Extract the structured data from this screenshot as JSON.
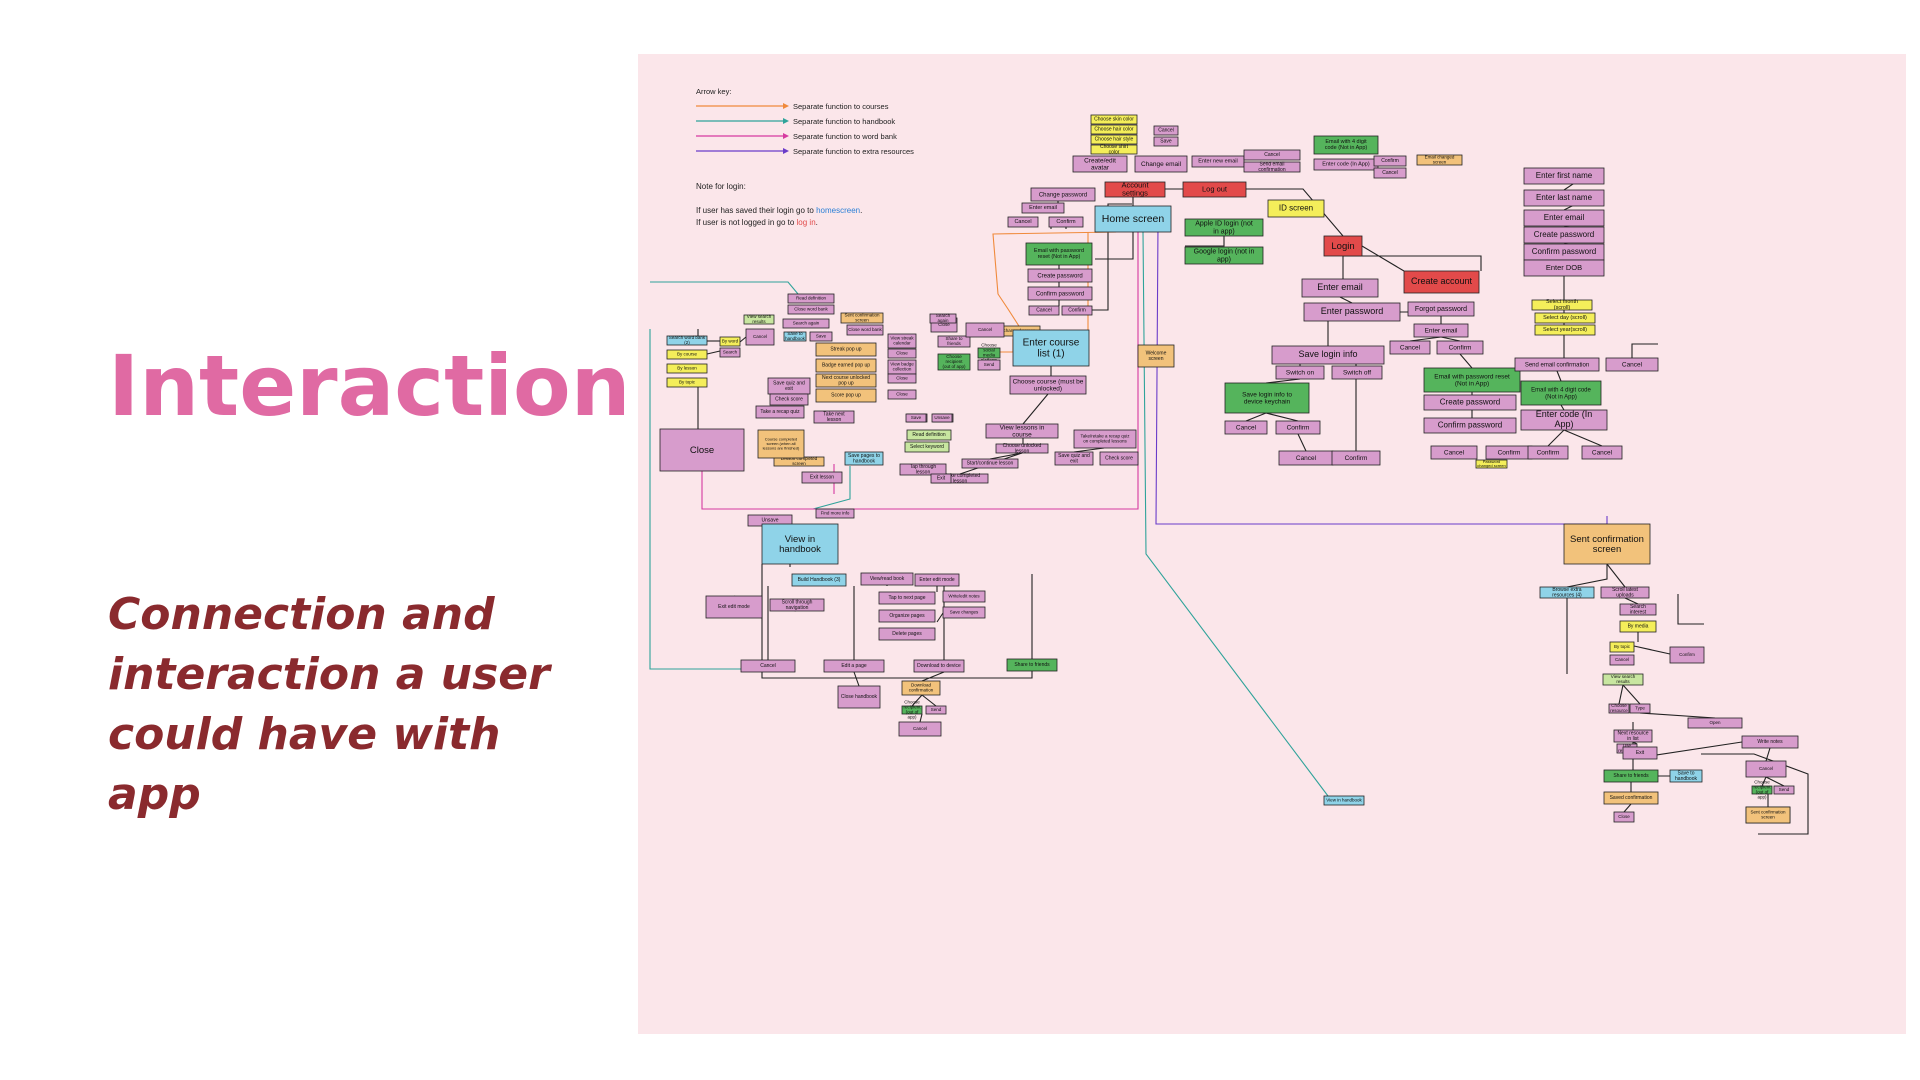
{
  "slide": {
    "title": "Interaction Map",
    "subtitle": "Connection and interaction a user could have with app"
  },
  "colors": {
    "title": "#e06aa3",
    "subtitle": "#8a2a2e",
    "diagram_bg": "#fbe6ea",
    "pink": "#d79ccc",
    "blue": "#8fd3e8",
    "red": "#e24a4a",
    "green": "#55b45c",
    "yellow": "#f4ee5a",
    "orange": "#f2c27b",
    "light_green": "#c8e6a0",
    "arrow_courses": "#f08a3c",
    "arrow_handbook": "#2fa39a",
    "arrow_wordbank": "#d63aa0",
    "arrow_resources": "#6a3cc9"
  },
  "legend": {
    "heading": "Arrow key:",
    "items": [
      {
        "label": "Separate function to courses",
        "color": "#f08a3c"
      },
      {
        "label": "Separate function to handbook",
        "color": "#2fa39a"
      },
      {
        "label": "Separate function to word bank",
        "color": "#d63aa0"
      },
      {
        "label": "Separate function to extra resources",
        "color": "#6a3cc9"
      }
    ]
  },
  "login_note": {
    "heading": "Note for login:",
    "line1_prefix": "If user has saved their login go to ",
    "line1_link": "homescreen",
    "line1_suffix": ".",
    "line2_prefix": "If user is not logged in go to ",
    "line2_link": "log in",
    "line2_suffix": "."
  },
  "nodes": [
    {
      "label": "Home screen",
      "color": "blue"
    },
    {
      "label": "Account settings",
      "color": "red"
    },
    {
      "label": "Log out",
      "color": "red"
    },
    {
      "label": "ID screen",
      "color": "yellow"
    },
    {
      "label": "Login",
      "color": "red"
    },
    {
      "label": "Create account",
      "color": "red"
    },
    {
      "label": "Create/edit avatar",
      "color": "pink"
    },
    {
      "label": "Change email",
      "color": "pink"
    },
    {
      "label": "Change password",
      "color": "pink"
    },
    {
      "label": "Choose skin color",
      "color": "yellow"
    },
    {
      "label": "Choose hair color",
      "color": "yellow"
    },
    {
      "label": "Choose hair style",
      "color": "yellow"
    },
    {
      "label": "Choose shirt color",
      "color": "yellow"
    },
    {
      "label": "Cancel",
      "color": "pink"
    },
    {
      "label": "Save",
      "color": "pink"
    },
    {
      "label": "Enter new email",
      "color": "pink"
    },
    {
      "label": "Cancel",
      "color": "pink"
    },
    {
      "label": "Send email confirmation",
      "color": "pink"
    },
    {
      "label": "Email with 4 digit code (Not in App)",
      "color": "green"
    },
    {
      "label": "Enter code (In App)",
      "color": "pink"
    },
    {
      "label": "Confirm",
      "color": "pink"
    },
    {
      "label": "Cancel",
      "color": "pink"
    },
    {
      "label": "Email changed screen",
      "color": "orange"
    },
    {
      "label": "Enter email",
      "color": "pink"
    },
    {
      "label": "Cancel",
      "color": "pink"
    },
    {
      "label": "Confirm",
      "color": "pink"
    },
    {
      "label": "Email with password reset (Not in App)",
      "color": "green"
    },
    {
      "label": "Create password",
      "color": "pink"
    },
    {
      "label": "Confirm password",
      "color": "pink"
    },
    {
      "label": "Cancel",
      "color": "pink"
    },
    {
      "label": "Confirm",
      "color": "pink"
    },
    {
      "label": "Password changed screen",
      "color": "orange"
    },
    {
      "label": "Apple ID login (not in app)",
      "color": "green"
    },
    {
      "label": "Google login (not in app)",
      "color": "green"
    },
    {
      "label": "Enter email",
      "color": "pink"
    },
    {
      "label": "Enter password",
      "color": "pink"
    },
    {
      "label": "Forgot password",
      "color": "pink"
    },
    {
      "label": "Enter email",
      "color": "pink"
    },
    {
      "label": "Cancel",
      "color": "pink"
    },
    {
      "label": "Confirm",
      "color": "pink"
    },
    {
      "label": "Email with password reset (Not in App)",
      "color": "green"
    },
    {
      "label": "Create password",
      "color": "pink"
    },
    {
      "label": "Confirm password",
      "color": "pink"
    },
    {
      "label": "Cancel",
      "color": "pink"
    },
    {
      "label": "Confirm",
      "color": "pink"
    },
    {
      "label": "Password changed screen",
      "color": "yellow"
    },
    {
      "label": "Save login info",
      "color": "pink"
    },
    {
      "label": "Switch on",
      "color": "pink"
    },
    {
      "label": "Switch off",
      "color": "pink"
    },
    {
      "label": "Save login info to device keychain",
      "color": "green"
    },
    {
      "label": "Cancel",
      "color": "pink"
    },
    {
      "label": "Confirm",
      "color": "pink"
    },
    {
      "label": "Cancel",
      "color": "pink"
    },
    {
      "label": "Confirm",
      "color": "pink"
    },
    {
      "label": "Welcome screen",
      "color": "orange"
    },
    {
      "label": "Enter first name",
      "color": "pink"
    },
    {
      "label": "Enter last name",
      "color": "pink"
    },
    {
      "label": "Enter email",
      "color": "pink"
    },
    {
      "label": "Create password",
      "color": "pink"
    },
    {
      "label": "Confirm password",
      "color": "pink"
    },
    {
      "label": "Enter DOB",
      "color": "pink"
    },
    {
      "label": "Select month (scroll)",
      "color": "yellow"
    },
    {
      "label": "Select day (scroll)",
      "color": "yellow"
    },
    {
      "label": "Select year(scroll)",
      "color": "yellow"
    },
    {
      "label": "Send email confirmation",
      "color": "pink"
    },
    {
      "label": "Cancel",
      "color": "pink"
    },
    {
      "label": "Email with 4 digit code (Not in App)",
      "color": "green"
    },
    {
      "label": "Enter code (In App)",
      "color": "pink"
    },
    {
      "label": "Confirm",
      "color": "pink"
    },
    {
      "label": "Cancel",
      "color": "pink"
    },
    {
      "label": "Enter course list (1)",
      "color": "blue"
    },
    {
      "label": "Choose course (must be unlocked)",
      "color": "pink"
    },
    {
      "label": "View lessons in course",
      "color": "pink"
    },
    {
      "label": "Choose unlocked lesson",
      "color": "pink"
    },
    {
      "label": "Start/continue lesson",
      "color": "pink"
    },
    {
      "label": "Retake completed lesson",
      "color": "pink"
    },
    {
      "label": "Take/retake a recap quiz on completed lessons",
      "color": "pink"
    },
    {
      "label": "Save quiz and exit",
      "color": "pink"
    },
    {
      "label": "Check score",
      "color": "pink"
    },
    {
      "label": "Tap through lesson",
      "color": "pink"
    },
    {
      "label": "Exit",
      "color": "pink"
    },
    {
      "label": "Save pages to handbook",
      "color": "blue"
    },
    {
      "label": "Save",
      "color": "pink"
    },
    {
      "label": "Unsave",
      "color": "pink"
    },
    {
      "label": "Lesson completed screen",
      "color": "orange"
    },
    {
      "label": "Exit lesson",
      "color": "pink"
    },
    {
      "label": "Read definition",
      "color": "light_green"
    },
    {
      "label": "Select keyword",
      "color": "light_green"
    },
    {
      "label": "Save",
      "color": "pink"
    },
    {
      "label": "Unsave",
      "color": "pink"
    },
    {
      "label": "Take a recap quiz",
      "color": "pink"
    },
    {
      "label": "Take next lesson",
      "color": "pink"
    },
    {
      "label": "Course completed screen (when all lessons are finished)",
      "color": "orange"
    },
    {
      "label": "Save quiz and exit",
      "color": "pink"
    },
    {
      "label": "Check score",
      "color": "pink"
    },
    {
      "label": "Streak pop up",
      "color": "orange"
    },
    {
      "label": "Badge earned pop up",
      "color": "orange"
    },
    {
      "label": "Next course unlocked pop up",
      "color": "orange"
    },
    {
      "label": "Score pop up",
      "color": "orange"
    },
    {
      "label": "View streak calendar",
      "color": "pink"
    },
    {
      "label": "Close",
      "color": "pink"
    },
    {
      "label": "View badge collection",
      "color": "pink"
    },
    {
      "label": "Close",
      "color": "pink"
    },
    {
      "label": "Close",
      "color": "pink"
    },
    {
      "label": "Close",
      "color": "pink"
    },
    {
      "label": "Share to friends",
      "color": "pink"
    },
    {
      "label": "Choose recipient (out of app)",
      "color": "green"
    },
    {
      "label": "Choose social media platform",
      "color": "green"
    },
    {
      "label": "Send",
      "color": "pink"
    },
    {
      "label": "Cancel",
      "color": "pink"
    },
    {
      "label": "Sent confirmation screen",
      "color": "orange"
    },
    {
      "label": "Close word bank",
      "color": "pink"
    },
    {
      "label": "Search again",
      "color": "pink"
    },
    {
      "label": "Close",
      "color": "pink"
    },
    {
      "label": "Search word bank (2)",
      "color": "blue"
    },
    {
      "label": "By course",
      "color": "yellow"
    },
    {
      "label": "By lesson",
      "color": "yellow"
    },
    {
      "label": "By topic",
      "color": "yellow"
    },
    {
      "label": "By word",
      "color": "yellow"
    },
    {
      "label": "Search",
      "color": "pink"
    },
    {
      "label": "Cancel",
      "color": "pink"
    },
    {
      "label": "View search results",
      "color": "light_green"
    },
    {
      "label": "Read definition",
      "color": "pink"
    },
    {
      "label": "Close word bank",
      "color": "pink"
    },
    {
      "label": "Search again",
      "color": "pink"
    },
    {
      "label": "Save to handbook",
      "color": "blue"
    },
    {
      "label": "Save",
      "color": "pink"
    },
    {
      "label": "Unsave",
      "color": "pink"
    },
    {
      "label": "Find more info",
      "color": "pink"
    },
    {
      "label": "View in handbook",
      "color": "blue"
    },
    {
      "label": "Build Handbook (3)",
      "color": "blue"
    },
    {
      "label": "View/read book",
      "color": "pink"
    },
    {
      "label": "Enter edit mode",
      "color": "pink"
    },
    {
      "label": "Exit edit mode",
      "color": "pink"
    },
    {
      "label": "Scroll through navigation",
      "color": "pink"
    },
    {
      "label": "Tap to next page",
      "color": "pink"
    },
    {
      "label": "Organize pages",
      "color": "pink"
    },
    {
      "label": "Delete pages",
      "color": "pink"
    },
    {
      "label": "Write/edit notes",
      "color": "pink"
    },
    {
      "label": "Save changes",
      "color": "pink"
    },
    {
      "label": "Cancel",
      "color": "pink"
    },
    {
      "label": "Edit a page",
      "color": "pink"
    },
    {
      "label": "Download to device",
      "color": "pink"
    },
    {
      "label": "Share to friends",
      "color": "green"
    },
    {
      "label": "Close handbook",
      "color": "pink"
    },
    {
      "label": "Download confirmation",
      "color": "orange"
    },
    {
      "label": "Choose recipient (out of app)",
      "color": "green"
    },
    {
      "label": "Send",
      "color": "pink"
    },
    {
      "label": "Cancel",
      "color": "pink"
    },
    {
      "label": "Sent confirmation screen",
      "color": "orange"
    },
    {
      "label": "Browse extra resources (4)",
      "color": "blue"
    },
    {
      "label": "Scroll latest uploads",
      "color": "pink"
    },
    {
      "label": "Search interest",
      "color": "pink"
    },
    {
      "label": "By media",
      "color": "yellow"
    },
    {
      "label": "By topic",
      "color": "yellow"
    },
    {
      "label": "Cancel",
      "color": "pink"
    },
    {
      "label": "Confirm",
      "color": "pink"
    },
    {
      "label": "View search results",
      "color": "light_green"
    },
    {
      "label": "Choose resource",
      "color": "pink"
    },
    {
      "label": "Type",
      "color": "pink"
    },
    {
      "label": "Open",
      "color": "pink"
    },
    {
      "label": "Next resource in list",
      "color": "pink"
    },
    {
      "label": "Use resource",
      "color": "pink"
    },
    {
      "label": "Exit",
      "color": "pink"
    },
    {
      "label": "Write notes",
      "color": "pink"
    },
    {
      "label": "Share to friends",
      "color": "green"
    },
    {
      "label": "Save to handbook",
      "color": "blue"
    },
    {
      "label": "Cancel",
      "color": "pink"
    },
    {
      "label": "Choose recipient (out of app)",
      "color": "green"
    },
    {
      "label": "Send",
      "color": "pink"
    },
    {
      "label": "Cancel",
      "color": "pink"
    },
    {
      "label": "Saved confirmation",
      "color": "orange"
    },
    {
      "label": "View in handbook",
      "color": "blue"
    },
    {
      "label": "Close",
      "color": "pink"
    },
    {
      "label": "Sent confirmation screen",
      "color": "orange"
    }
  ]
}
